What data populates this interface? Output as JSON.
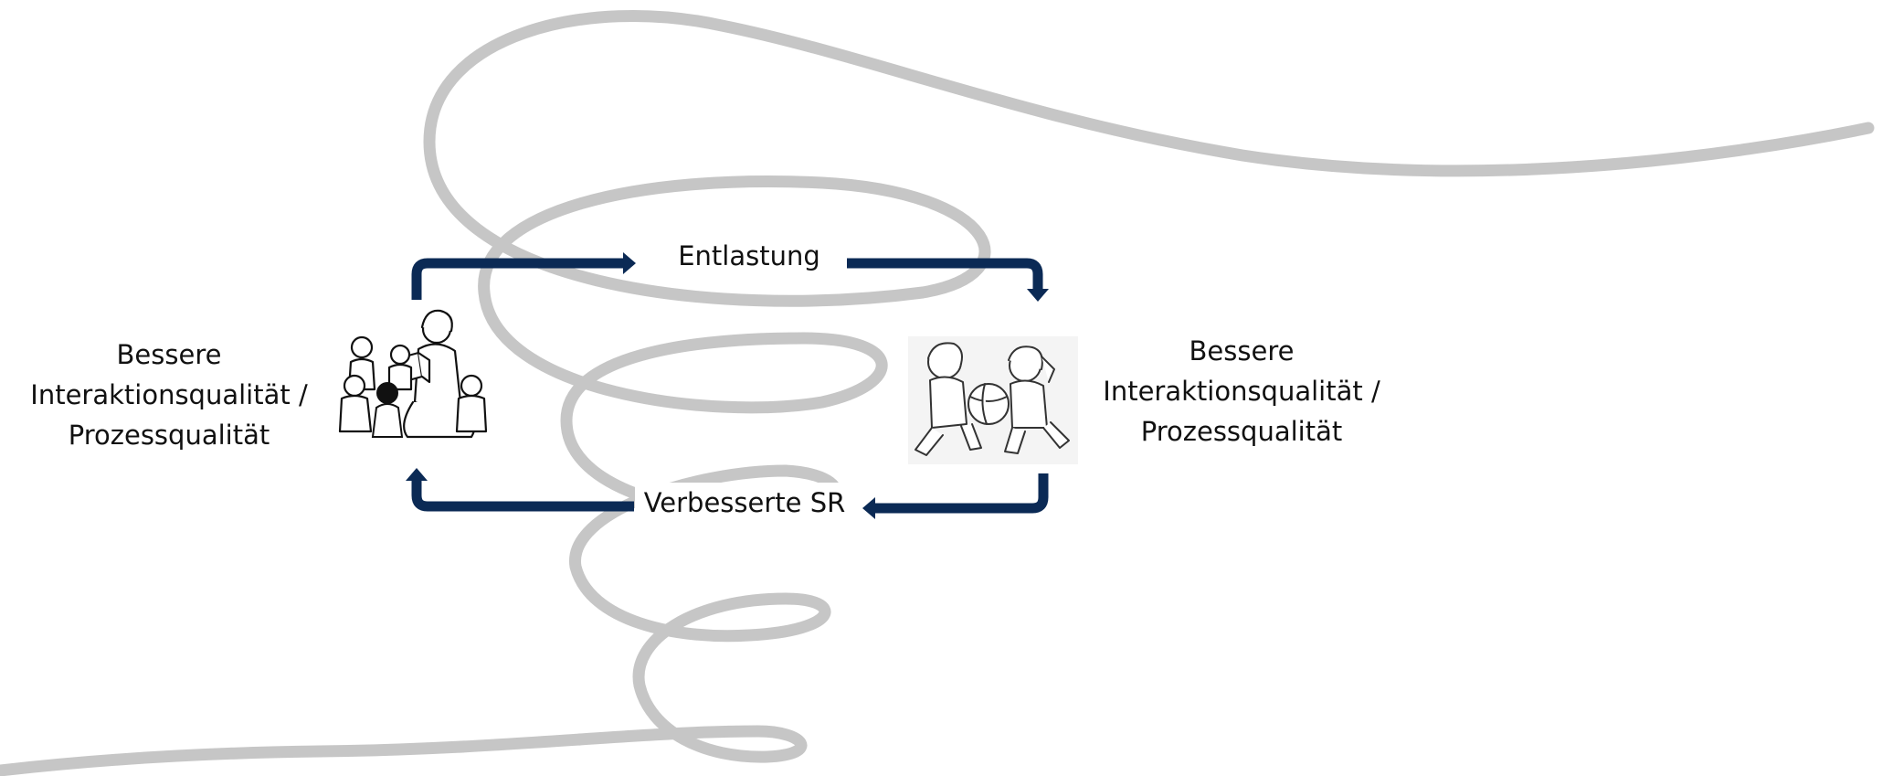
{
  "colors": {
    "arrow": "#0b2a55",
    "swirl": "#c6c6c6",
    "text": "#111111"
  },
  "diagram": {
    "left_node": {
      "line1": "Bessere",
      "line2": "Interaktionsqualität /",
      "line3": "Prozessqualität",
      "icon": "teacher-reading-to-children-icon"
    },
    "right_node": {
      "line1": "Bessere",
      "line2": "Interaktionsqualität /",
      "line3": "Prozessqualität",
      "icon": "two-children-playing-ball-icon"
    },
    "top_edge": {
      "label": "Entlastung"
    },
    "bottom_edge": {
      "label": "Verbesserte SR"
    }
  }
}
